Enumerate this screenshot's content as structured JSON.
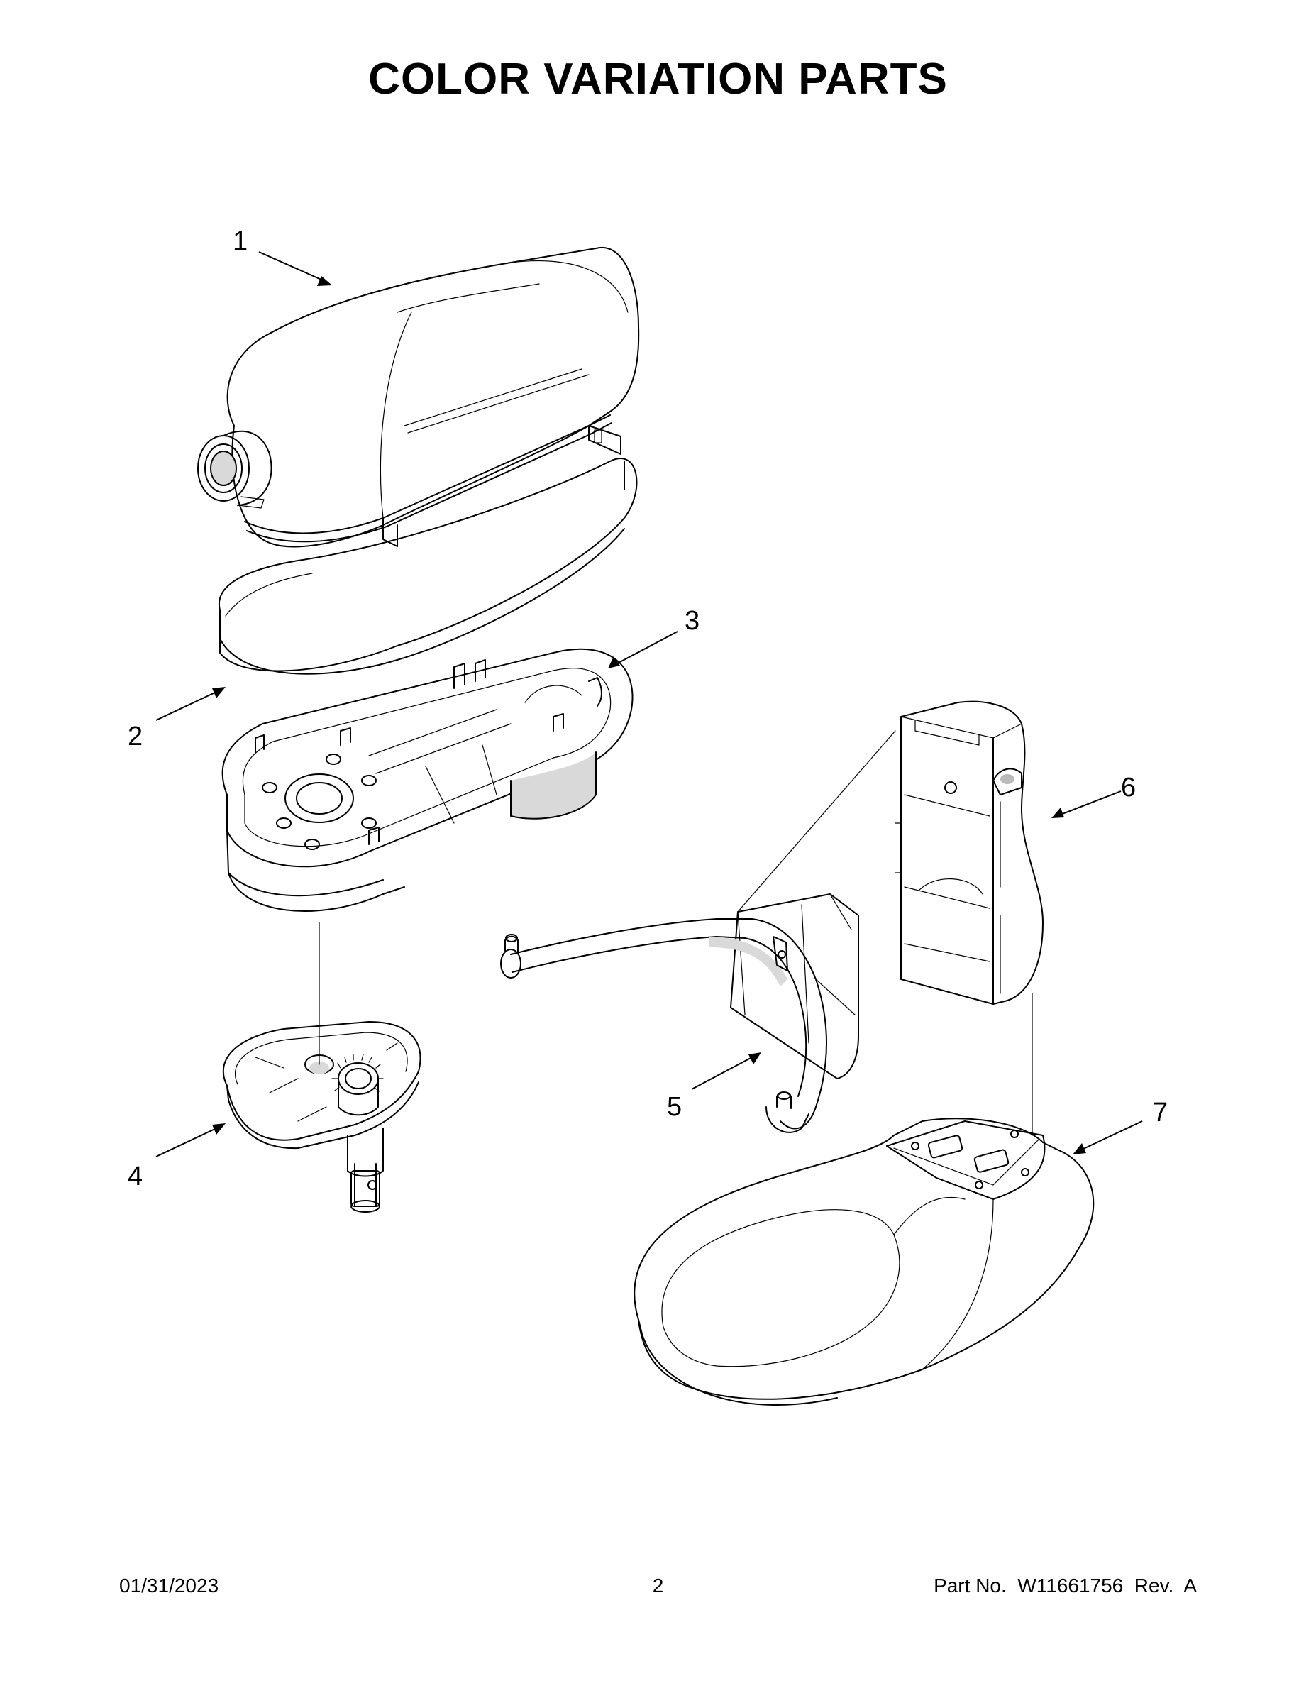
{
  "page": {
    "title": "COLOR VARIATION PARTS"
  },
  "callouts": [
    "1",
    "2",
    "3",
    "4",
    "5",
    "6",
    "7"
  ],
  "footer": {
    "date": "01/31/2023",
    "page_number": "2",
    "part_no": "Part No.  W11661756  Rev.  A"
  }
}
